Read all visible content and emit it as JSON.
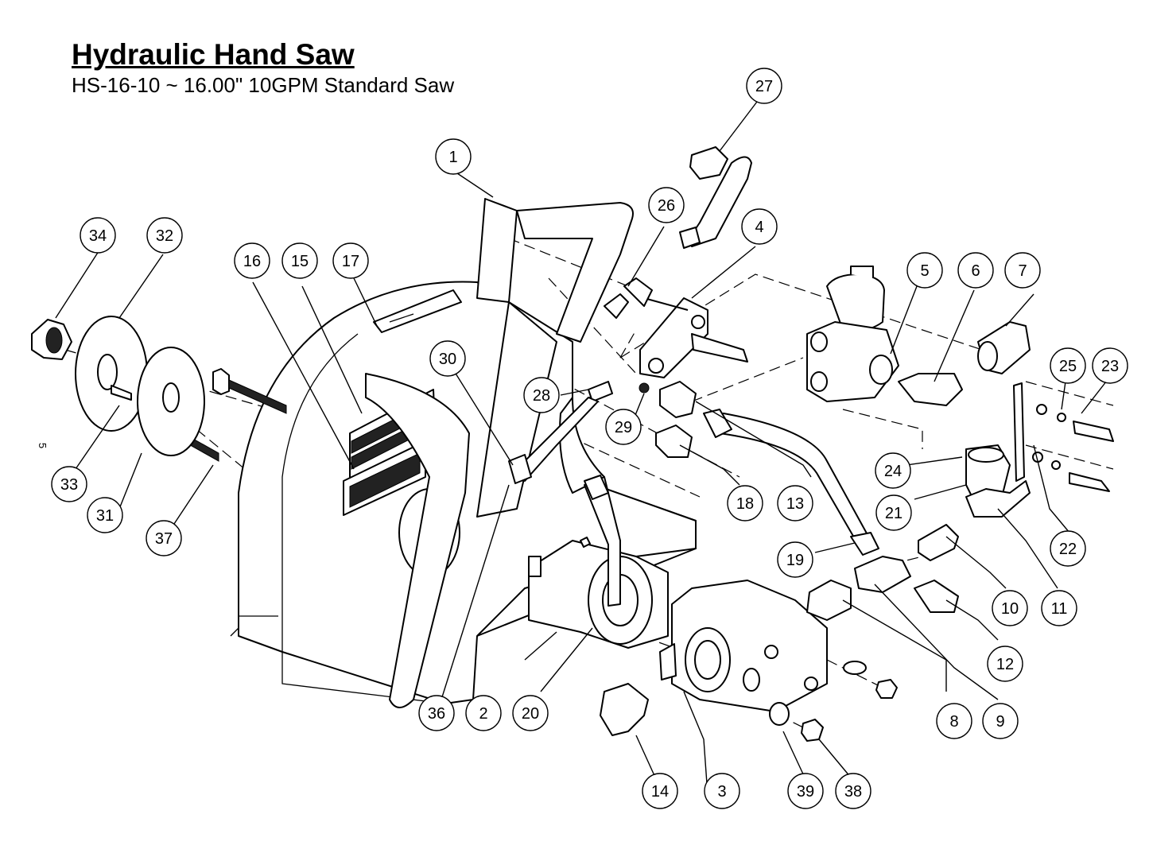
{
  "title": "Hydraulic Hand Saw",
  "subtitle": "HS-16-10 ~ 16.00\" 10GPM Standard Saw",
  "page_number": "5",
  "balloons": [
    {
      "label": "1"
    },
    {
      "label": "2"
    },
    {
      "label": "3"
    },
    {
      "label": "4"
    },
    {
      "label": "5"
    },
    {
      "label": "6"
    },
    {
      "label": "7"
    },
    {
      "label": "8"
    },
    {
      "label": "9"
    },
    {
      "label": "10"
    },
    {
      "label": "11"
    },
    {
      "label": "12"
    },
    {
      "label": "13"
    },
    {
      "label": "14"
    },
    {
      "label": "15"
    },
    {
      "label": "16"
    },
    {
      "label": "17"
    },
    {
      "label": "18"
    },
    {
      "label": "19"
    },
    {
      "label": "20"
    },
    {
      "label": "21"
    },
    {
      "label": "22"
    },
    {
      "label": "23"
    },
    {
      "label": "24"
    },
    {
      "label": "25"
    },
    {
      "label": "26"
    },
    {
      "label": "27"
    },
    {
      "label": "28"
    },
    {
      "label": "29"
    },
    {
      "label": "30"
    },
    {
      "label": "31"
    },
    {
      "label": "32"
    },
    {
      "label": "33"
    },
    {
      "label": "34"
    },
    {
      "label": "36"
    },
    {
      "label": "37"
    },
    {
      "label": "38"
    },
    {
      "label": "39"
    }
  ]
}
